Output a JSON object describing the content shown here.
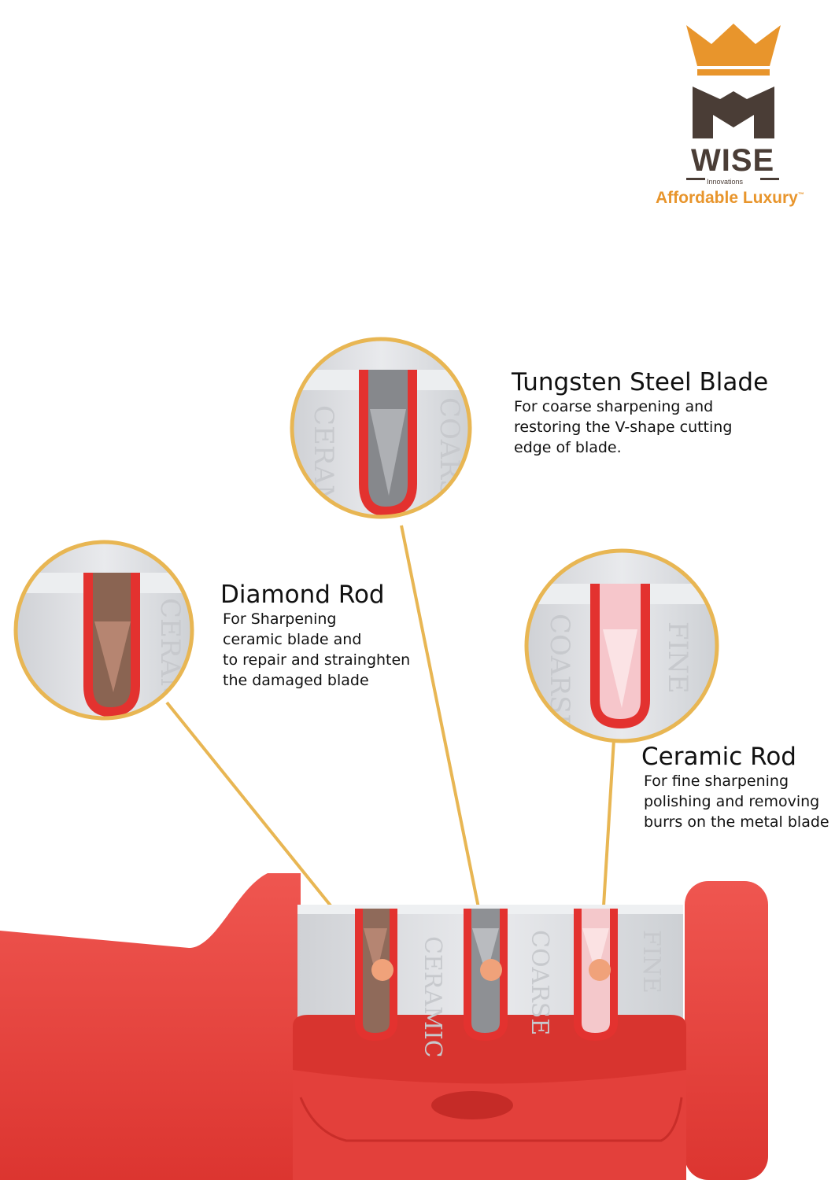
{
  "brand": {
    "name": "WISE",
    "subname": "Innovations",
    "tagline": "Affordable Luxury",
    "trademark": "™",
    "colors": {
      "crown": "#e8952c",
      "emblem": "#4a3d36",
      "tagline": "#e8952c"
    }
  },
  "features": [
    {
      "title": "Tungsten Steel Blade",
      "description": "For coarse sharpening and\nrestoring the V-shape cutting\nedge of blade."
    },
    {
      "title": "Diamond Rod",
      "description": "For Sharpening\nceramic blade and\nto repair and strainghten\nthe damaged blade"
    },
    {
      "title": "Ceramic Rod",
      "description": "For fine sharpening\npolishing and removing\nburrs on the metal blade"
    }
  ],
  "engraving": {
    "ceramic": "CERAMIC",
    "coarse": "COARSE",
    "fine": "FINE"
  },
  "colors": {
    "body_red": "#e8433e",
    "slot_red": "#e3322f",
    "steel": "#d9dade",
    "callout_gold": "#e8b653",
    "marker_peach": "#f0a27a"
  }
}
